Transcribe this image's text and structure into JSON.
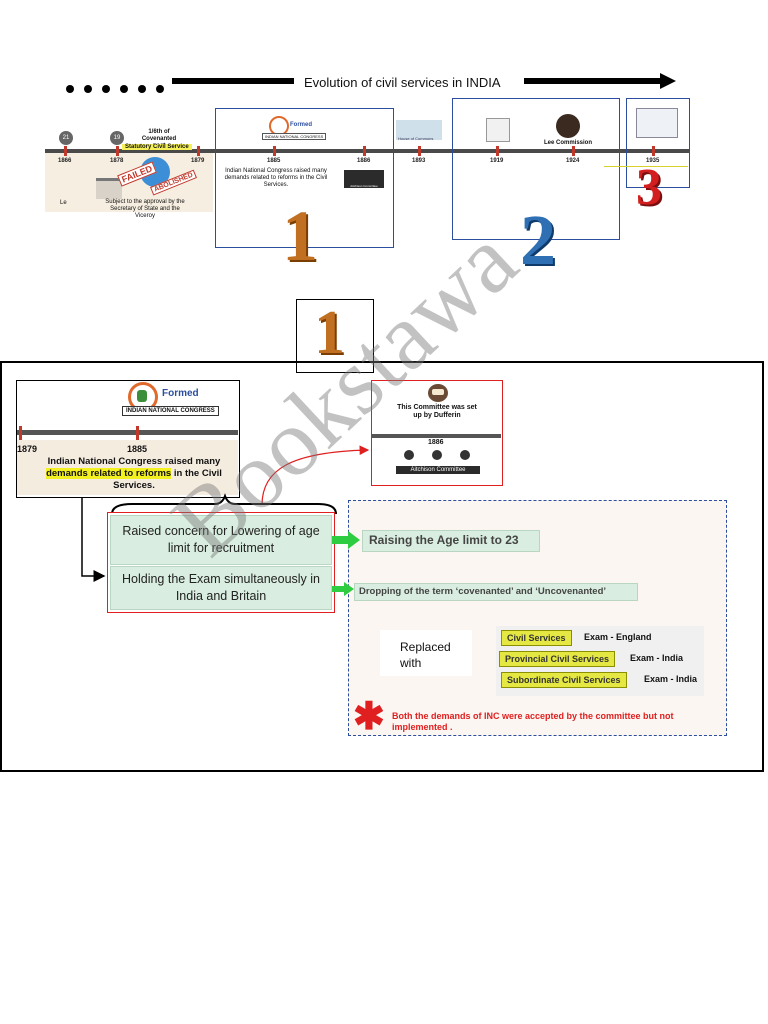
{
  "header": {
    "title": "Evolution of civil services in INDIA"
  },
  "timeline_top": {
    "circle_labels": [
      "21",
      "19"
    ],
    "years": [
      "1866",
      "1878",
      "1879",
      "1885",
      "1886",
      "1893",
      "1919",
      "1924",
      "1935"
    ],
    "covenanted_note": "1/6th of Covenanted post",
    "statutory_label": "Statutory Civil Service",
    "failed_stamp": "FAILED",
    "abolished_stamp": "ABOLISHED",
    "subject_note": "Subject to the approval by the Secretary of State and the Viceroy",
    "left_fragment": "Le",
    "formed_label": "Formed",
    "inc_label": "INDIAN NATIONAL CONGRESS",
    "inc_text": "Indian National Congress raised many demands related to reforms in the Civil Services.",
    "aitchison_small": "Aitchison Committee",
    "commons_small": "House of Commons",
    "lee_label": "Lee Commission",
    "number_1": "1",
    "number_2": "2",
    "number_3": "3"
  },
  "section_badge": "1",
  "detail": {
    "formed": "Formed",
    "inc": "INDIAN NATIONAL CONGRESS",
    "year_left": "1879",
    "year_inc": "1885",
    "inc_text_pre": "Indian National Congress raised many",
    "inc_text_highlight": "demands related to reforms",
    "inc_text_post": "in the Civil Services.",
    "committee_note": "This Committee was set up by Dufferin",
    "year_committee": "1886",
    "committee_name": "Aitchison Committee",
    "demand_1": "Raised concern for Lowering of age limit for recruitment",
    "demand_2": "Holding the Exam simultaneously in India and Britain",
    "result_1": "Raising the Age limit to 23",
    "result_2": "Dropping of the term ‘covenanted’ and ‘Uncovenanted’",
    "replaced_with": "Replaced with",
    "services": [
      {
        "name": "Civil Services",
        "exam": "Exam - England"
      },
      {
        "name": "Provincial Civil Services",
        "exam": "Exam - India"
      },
      {
        "name": "Subordinate Civil Services",
        "exam": "Exam - India"
      }
    ],
    "footnote": "Both the demands of INC were accepted by the committee but not implemented ."
  },
  "watermark": "Bookstawa",
  "colors": {
    "accent_red": "#e02020",
    "frame_blue": "#2c4e9e",
    "highlight_yellow": "#f3f020",
    "green_box": "#d9eee0"
  }
}
